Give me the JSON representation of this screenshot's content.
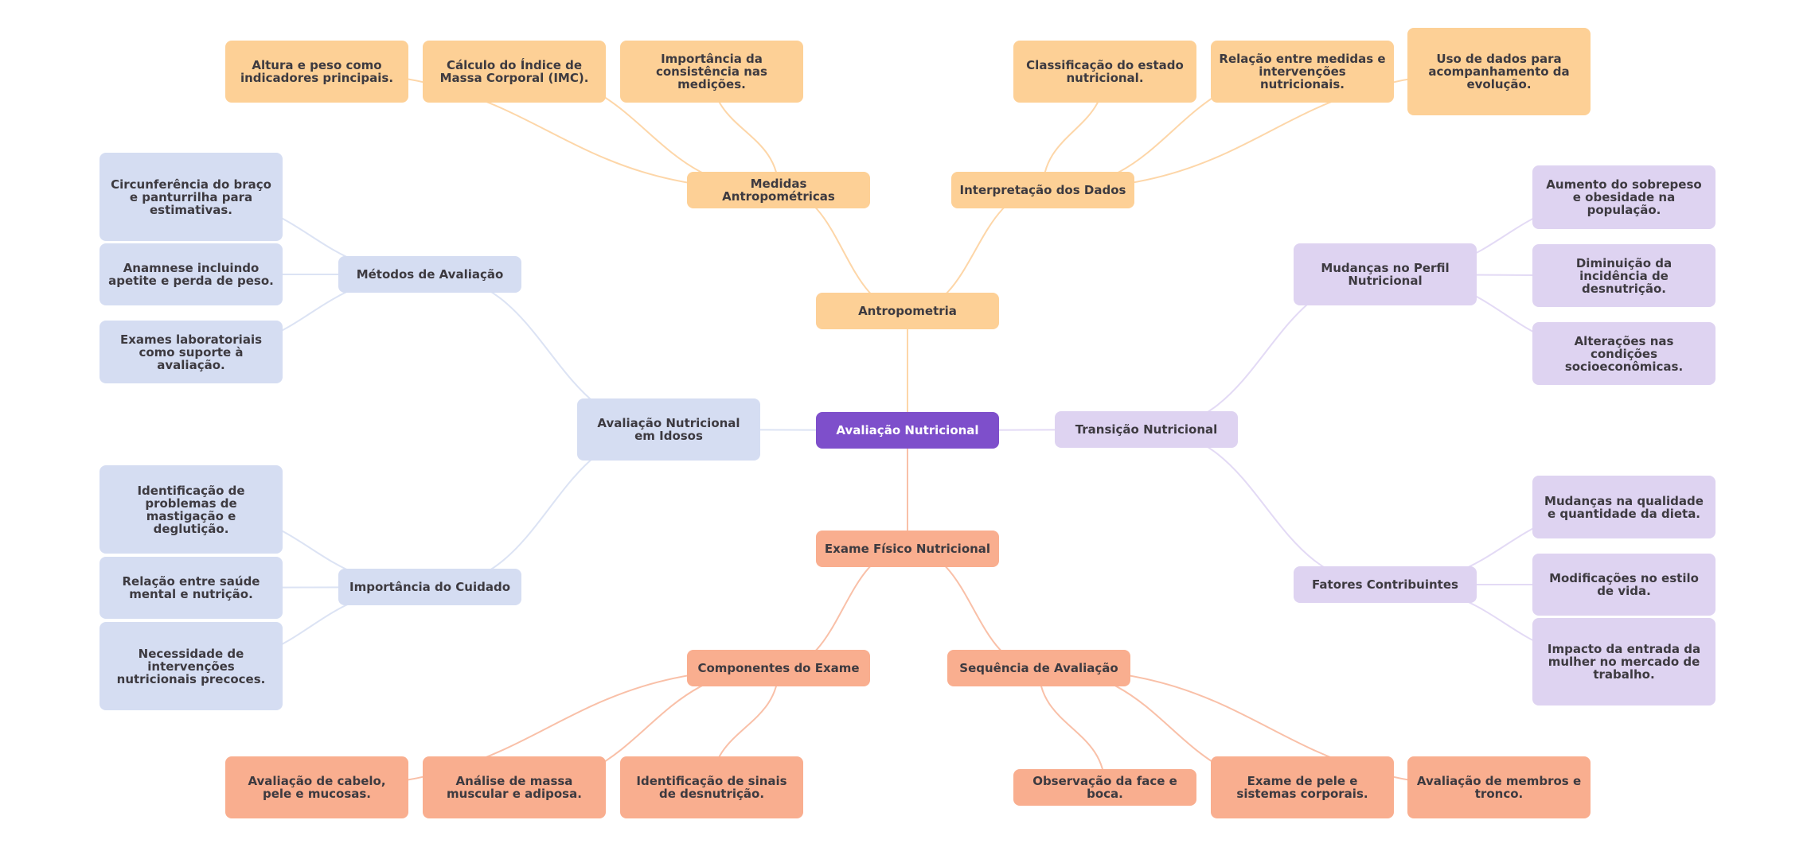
{
  "mindmap": {
    "title": "Avaliação Nutricional",
    "colors": {
      "root": "#7e4fcb",
      "antropometria": "#fdd096",
      "idosos": "#d5ddf2",
      "transicao": "#ded3f1",
      "exame": "#f9ae8f",
      "edge_antropometria": "#fdd6a8",
      "edge_idosos": "#dce3f4",
      "edge_transicao": "#e3daf5",
      "edge_exame": "#f9c0a8"
    },
    "nodes": {
      "root": "Avaliação Nutricional",
      "antropometria": "Antropometria",
      "medidas": "Medidas Antropométricas",
      "interpretacao": "Interpretação dos Dados",
      "altura": "Altura e peso como indicadores principais.",
      "calculo": "Cálculo do Índice de Massa Corporal (IMC).",
      "consistencia": "Importância da consistência nas medições.",
      "classificacao": "Classificação do estado nutricional.",
      "relacao_medidas": "Relação entre medidas e intervenções nutricionais.",
      "uso_dados": "Uso de dados para acompanhamento da evolução.",
      "idosos": "Avaliação Nutricional em Idosos",
      "metodos": "Métodos de Avaliação",
      "circunferencia": "Circunferência do braço e panturrilha para estimativas.",
      "anamnese": "Anamnese incluindo apetite e perda de peso.",
      "exames_lab": "Exames laboratoriais como suporte à avaliação.",
      "cuidado": "Importância do Cuidado",
      "mastigacao": "Identificação de problemas de mastigação e deglutição.",
      "saude_mental": "Relação entre saúde mental e nutrição.",
      "intervencoes": "Necessidade de intervenções nutricionais precoces.",
      "transicao": "Transição Nutricional",
      "perfil": "Mudanças no Perfil Nutricional",
      "sobrepeso": "Aumento do sobrepeso e obesidade na população.",
      "desnutricao": "Diminuição da incidência de desnutrição.",
      "socioeconomicas": "Alterações nas condições socioeconômicas.",
      "fatores": "Fatores Contribuintes",
      "dieta": "Mudanças na qualidade e quantidade da dieta.",
      "estilo_vida": "Modificações no estilo de vida.",
      "mulher": "Impacto da entrada da mulher no mercado de trabalho.",
      "exame": "Exame Físico Nutricional",
      "componentes": "Componentes do Exame",
      "sequencia": "Sequência de Avaliação",
      "cabelo": "Avaliação de cabelo, pele e mucosas.",
      "massa": "Análise de massa muscular e adiposa.",
      "sinais": "Identificação de sinais de desnutrição.",
      "face": "Observação da face e boca.",
      "pele": "Exame de pele e sistemas corporais.",
      "membros": "Avaliação de membros e tronco."
    }
  }
}
